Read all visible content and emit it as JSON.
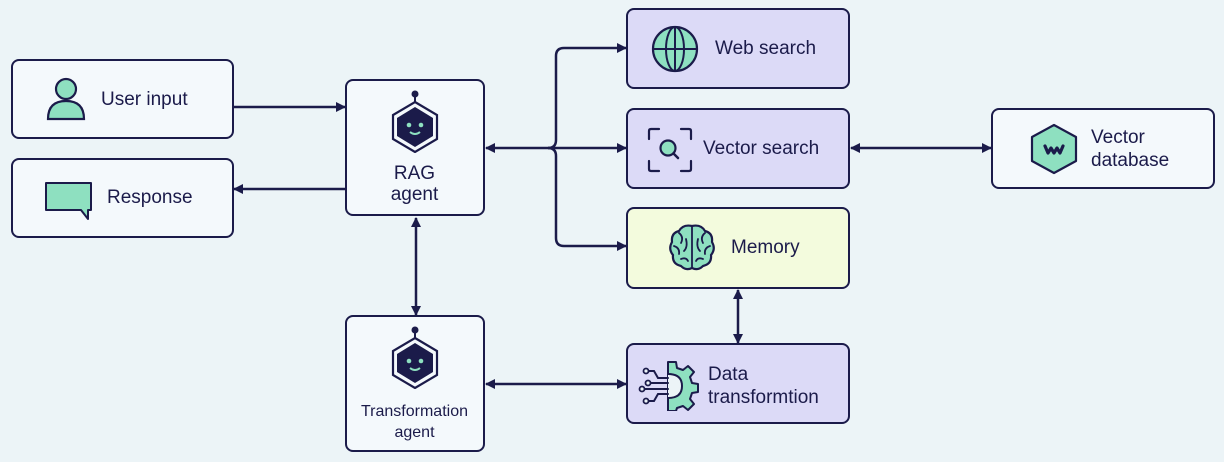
{
  "nodes": {
    "user_input": "User input",
    "response": "Response",
    "rag_agent_line1": "RAG",
    "rag_agent_line2": "agent",
    "transformation_agent_line1": "Transformation",
    "transformation_agent_line2": "agent",
    "web_search": "Web search",
    "vector_search": "Vector search",
    "memory": "Memory",
    "data_transformation_line1": "Data",
    "data_transformation_line2": "transformtion",
    "vector_database_line1": "Vector",
    "vector_database_line2": "database"
  },
  "icons": {
    "user_input": "user-icon",
    "response": "chat-bubble-icon",
    "rag_agent": "robot-icon",
    "transformation_agent": "robot-icon",
    "web_search": "globe-icon",
    "vector_search": "search-scan-icon",
    "memory": "brain-icon",
    "data_transformation": "gear-circuit-icon",
    "vector_database": "vector-db-hexagon-icon"
  },
  "colors": {
    "ink": "#1b1b4a",
    "background": "#ecf4f7",
    "node_fill": "#f4f9fc",
    "tool_fill": "#dcdaf7",
    "memory_fill": "#f3fbdd",
    "accent_green": "#8ee0c0"
  }
}
